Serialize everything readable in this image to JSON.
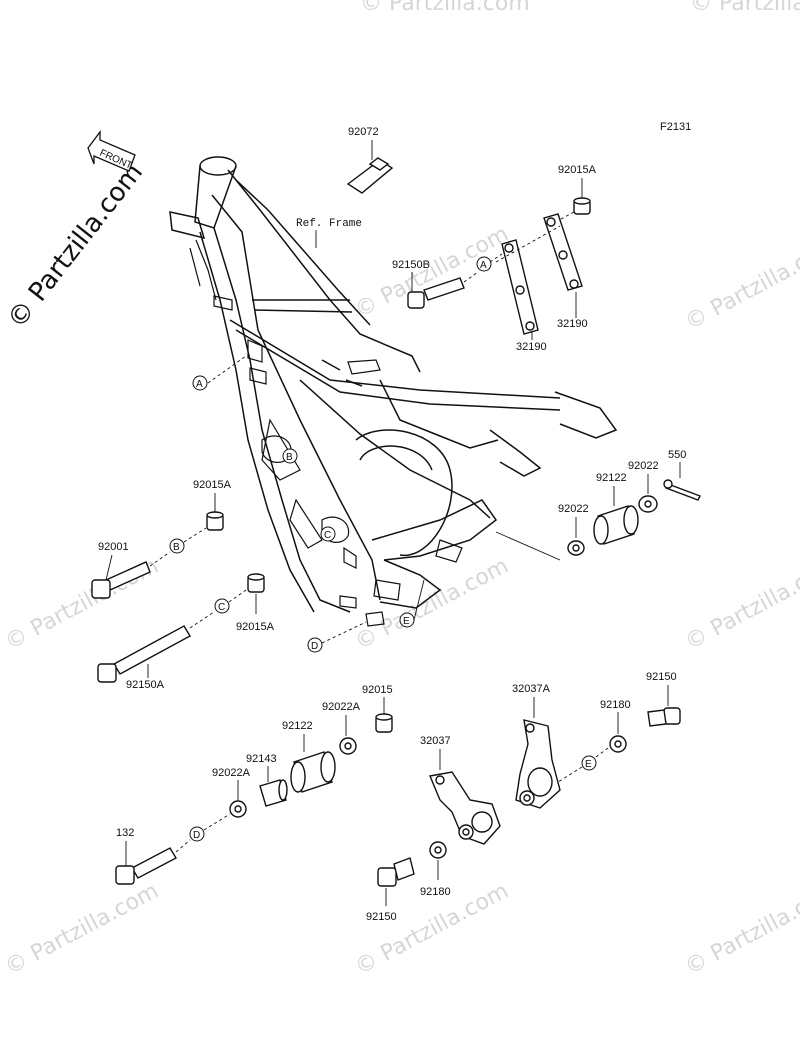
{
  "figure_code": "F2131",
  "brand_watermark": "© Partzilla.com",
  "front_label": "FRONT",
  "ref_frame_label": "Ref. Frame",
  "callouts": {
    "a": "A",
    "b": "B",
    "c": "C",
    "d": "D",
    "e": "E"
  },
  "parts": {
    "p92072": "92072",
    "p92015A_top": "92015A",
    "p92150B": "92150B",
    "p32190_a": "32190",
    "p32190_b": "32190",
    "p92015A_left": "92015A",
    "p92001": "92001",
    "p92015A_mid": "92015A",
    "p92150A": "92150A",
    "p550": "550",
    "p92022_a": "92022",
    "p92122_a": "92122",
    "p92022_b": "92022",
    "p92015": "92015",
    "p92022A_top": "92022A",
    "p92122_b": "92122",
    "p92143": "92143",
    "p92022A_low": "92022A",
    "p132": "132",
    "p32037A": "32037A",
    "p92150_top": "92150",
    "p92180_top": "92180",
    "p32037": "32037",
    "p92150_low": "92150",
    "p92180_low": "92180"
  }
}
